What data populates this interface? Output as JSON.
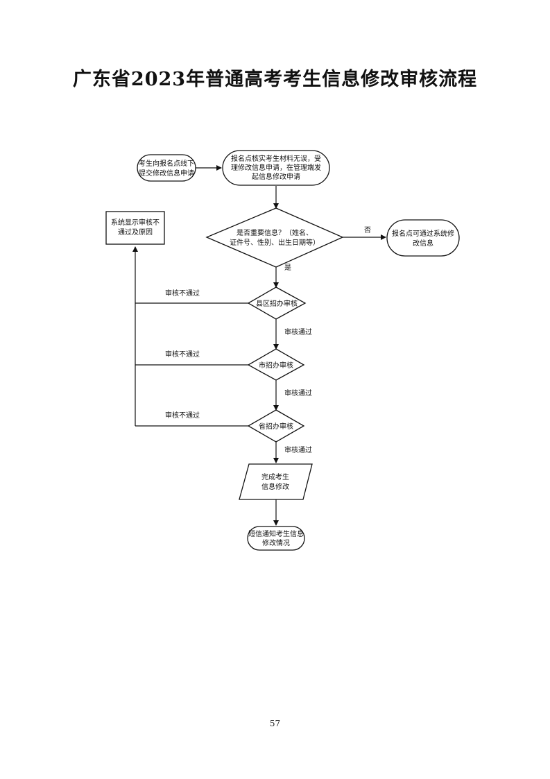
{
  "page": {
    "title": "广东省2023年普通高考考生信息修改审核流程",
    "page_number": "57"
  },
  "nodes": {
    "start": {
      "lines": [
        "考生向报名点线下",
        "提交修改信息申请"
      ]
    },
    "accept": {
      "lines": [
        "报名点核实考生材料无误，受",
        "理修改信息申请，在管理端发",
        "起信息修改申请"
      ]
    },
    "decision": {
      "lines": [
        "是否重要信息？（姓名、",
        "证件号、性别、出生日期等）"
      ]
    },
    "direct_modify": {
      "lines": [
        "报名点可通过系统修",
        "改信息"
      ]
    },
    "reject_notice": {
      "lines": [
        "系统显示审核不",
        "通过及原因"
      ]
    },
    "county": {
      "lines": [
        "县区招办审核"
      ]
    },
    "city": {
      "lines": [
        "市招办审核"
      ]
    },
    "province": {
      "lines": [
        "省招办审核"
      ]
    },
    "complete": {
      "lines": [
        "完成考生",
        "信息修改"
      ]
    },
    "sms": {
      "lines": [
        "短信通知考生信息",
        "修改情况"
      ]
    }
  },
  "edge_labels": {
    "no": "否",
    "yes": "是",
    "fail_county": "审核不通过",
    "fail_city": "审核不通过",
    "fail_province": "审核不通过",
    "pass_county": "审核通过",
    "pass_city": "审核通过",
    "pass_province": "审核通过"
  }
}
